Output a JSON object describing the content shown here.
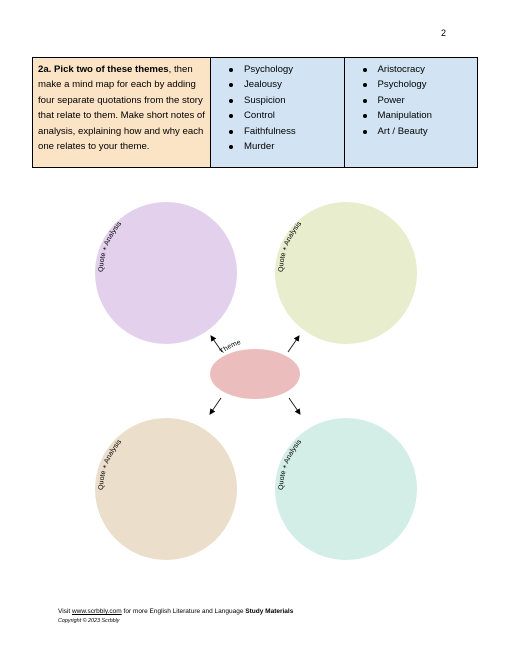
{
  "page_number": "2",
  "task": {
    "heading": "2a. Pick two of these themes",
    "heading_suffix": ",",
    "body": "then make a mind map for each by adding four separate quotations from the story that relate to them. Make short notes of analysis, explaining how and why each one relates to your theme."
  },
  "themes_a": [
    "Psychology",
    "Jealousy",
    "Suspicion",
    "Control",
    "Faithfulness",
    "Murder"
  ],
  "themes_b": [
    "Aristocracy",
    "Psychology",
    "Power",
    "Manipulation",
    "Art / Beauty"
  ],
  "mindmap": {
    "center_label": "Theme",
    "bubble_label": "Quote + Analysis",
    "colors": {
      "top_left": "#e3d0ed",
      "top_right": "#e7edcd",
      "bottom_left": "#ebdecb",
      "bottom_right": "#d3ede7",
      "center": "#ecbdbd"
    }
  },
  "footer": {
    "prefix": "Visit ",
    "link": "www.scrbbly.com",
    "middle": " for more English Literature and Language ",
    "bold": "Study Materials",
    "copyright": "Copyright © 2023 Scrbbly"
  }
}
